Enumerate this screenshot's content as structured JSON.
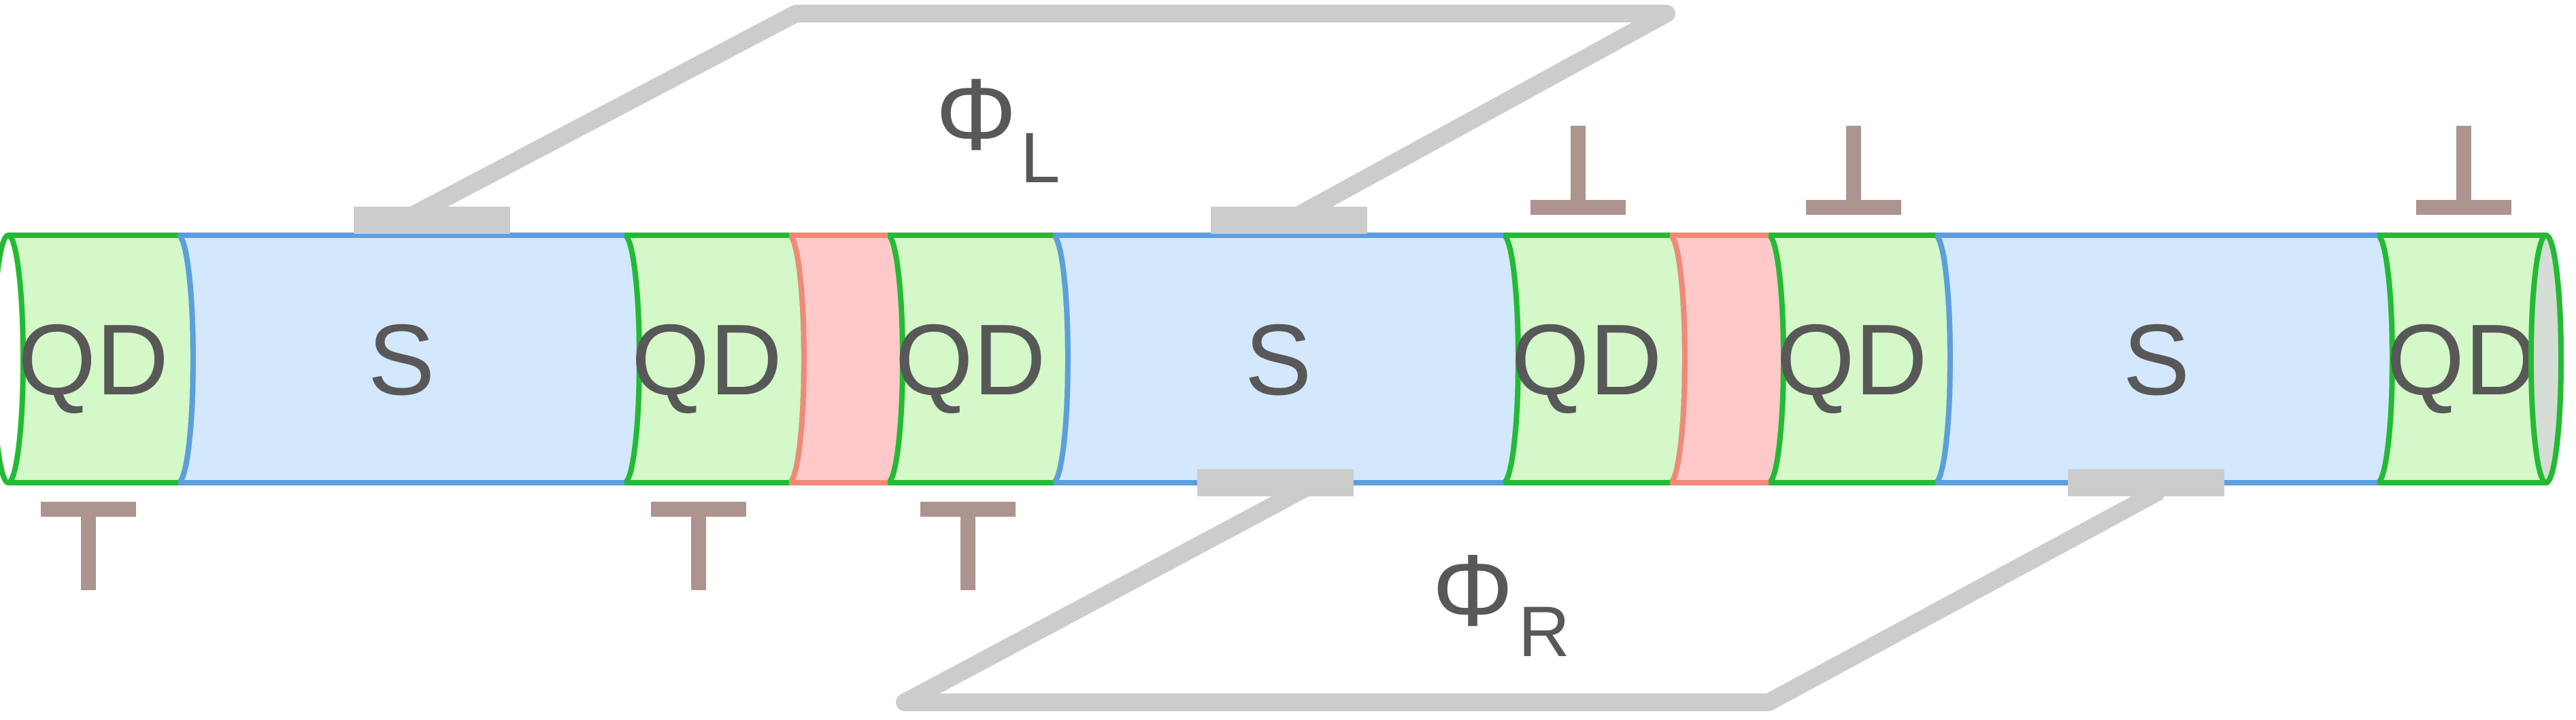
{
  "colors": {
    "qd_fill": "#d4f8c8",
    "qd_stroke": "#22bb33",
    "s_fill": "#d4e8fd",
    "s_stroke": "#5c9ee0",
    "barrier_fill": "#ffc9c9",
    "barrier_stroke": "#f08a78",
    "flux_line": "#cccccc",
    "gate": "#ad948e",
    "label": "#585858",
    "end_cap": "#d6dcd6"
  },
  "segments": [
    {
      "type": "qd",
      "label": "QD"
    },
    {
      "type": "s",
      "label": "S"
    },
    {
      "type": "qd",
      "label": "QD"
    },
    {
      "type": "barrier",
      "label": ""
    },
    {
      "type": "qd",
      "label": "QD"
    },
    {
      "type": "s",
      "label": "S"
    },
    {
      "type": "qd",
      "label": "QD"
    },
    {
      "type": "barrier",
      "label": ""
    },
    {
      "type": "qd",
      "label": "QD"
    },
    {
      "type": "s",
      "label": "S"
    },
    {
      "type": "qd",
      "label": "QD"
    }
  ],
  "flux": {
    "left": {
      "symbol": "Φ",
      "subscript": "L"
    },
    "right": {
      "symbol": "Φ",
      "subscript": "R"
    }
  },
  "gates": {
    "below": [
      "gate-1",
      "gate-2",
      "gate-3"
    ],
    "above": [
      "gate-4",
      "gate-5",
      "gate-6"
    ]
  }
}
